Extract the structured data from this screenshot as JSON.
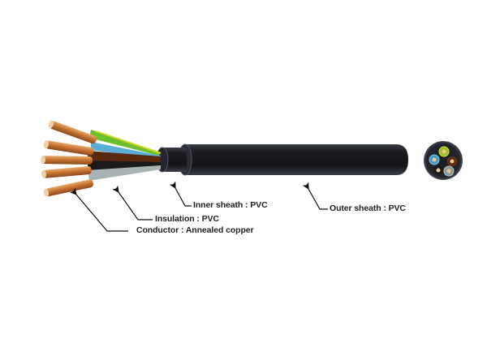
{
  "diagram": {
    "subject": "Multi-core flexible cable cross-section and cutaway",
    "labels": {
      "inner_sheath": "Inner sheath : PVC",
      "outer_sheath": "Outer sheath : PVC",
      "insulation": "Insulation : PVC",
      "conductor": "Conductor : Annealed copper"
    },
    "cores": [
      {
        "name": "green-yellow",
        "color": "#6cbf2a"
      },
      {
        "name": "blue",
        "color": "#5aaed6"
      },
      {
        "name": "brown",
        "color": "#5a2a10"
      },
      {
        "name": "black",
        "color": "#1a1a1a"
      },
      {
        "name": "grey",
        "color": "#a8b4b4"
      }
    ],
    "colors": {
      "sheath": "#22232a",
      "copper": "#c9793a",
      "text": "#222222",
      "background": "#ffffff"
    }
  }
}
